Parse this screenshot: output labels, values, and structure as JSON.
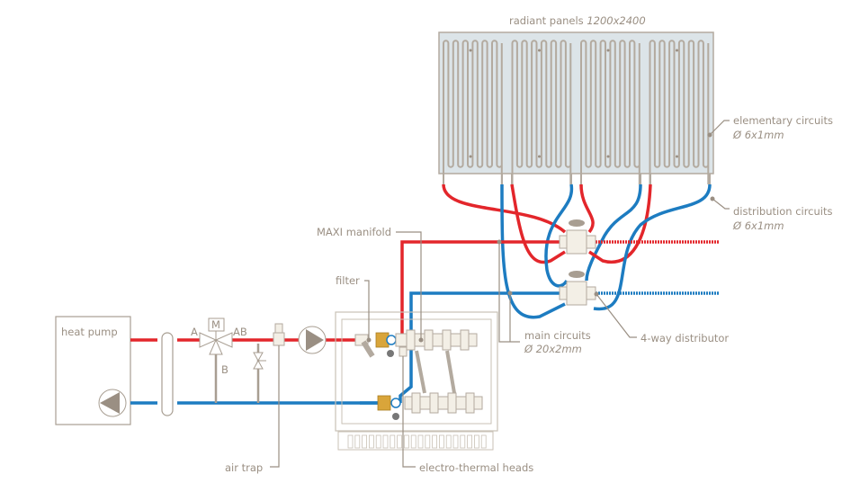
{
  "labels": {
    "radiant_panels": "radiant panels",
    "radiant_panels_size": "1200x2400",
    "elementary_circuits": "elementary circuits",
    "elementary_circuits_size": "Ø 6x1mm",
    "distribution_circuits": "distribution circuits",
    "distribution_circuits_size": "Ø 6x1mm",
    "maxi_manifold": "MAXI manifold",
    "filter": "filter",
    "heat_pump": "heat pump",
    "valve_motor": "M",
    "port_a": "A",
    "port_ab": "AB",
    "port_b": "B",
    "main_circuits": "main circuits",
    "main_circuits_size": "Ø 20x2mm",
    "four_way_distributor": "4-way distributor",
    "air_trap": "air trap",
    "electro_thermal_heads": "electro-thermal heads"
  },
  "colors": {
    "supply": "#e3262b",
    "return": "#1d7cc1",
    "panel": "#dce4e8",
    "label": "#9a8f83"
  }
}
